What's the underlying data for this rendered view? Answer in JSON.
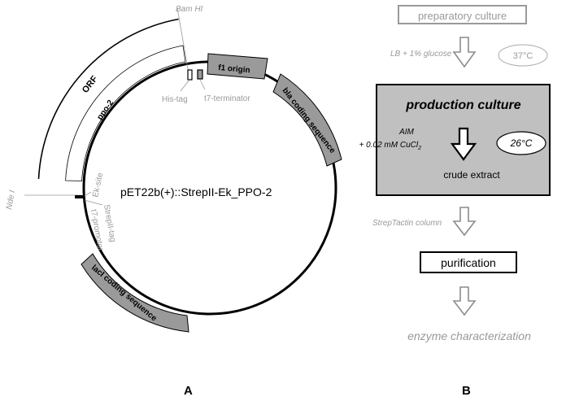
{
  "plasmid": {
    "name": "pET22b(+)::StrepII-Ek_PPO-2",
    "orf_label": "ORF",
    "ppo_label": "ppo-2",
    "bamhi_label": "Bam HI",
    "ndei_label": "Nde I",
    "histag_label": "His-tag",
    "t7term_label": "t7-terminator",
    "f1_label": "f1 origin",
    "bla_label": "bla coding sequence",
    "laci_label": "lacI coding sequence",
    "eksite_label": "Ek-site",
    "strep_label": "StrepII-tag",
    "t7prom_label": "t7-promotor"
  },
  "flow": {
    "step1": "preparatory culture",
    "cond1": "LB + 1% glucose",
    "temp1": "37°C",
    "step2": "production culture",
    "medium_line1": "AIM",
    "medium_line2": "+ 0.02 mM CuCl",
    "medium_sub": "2",
    "temp2": "26°C",
    "product": "crude extract",
    "cond2": "StrepTactin column",
    "step3": "purification",
    "step4": "enzyme characterization"
  },
  "panels": {
    "a": "A",
    "b": "B"
  },
  "colors": {
    "feature_fill": "#9a9a9a",
    "box_fill": "#c0c0c0",
    "label_gray": "#999999",
    "arrow_gray": "#8c8c8c"
  }
}
